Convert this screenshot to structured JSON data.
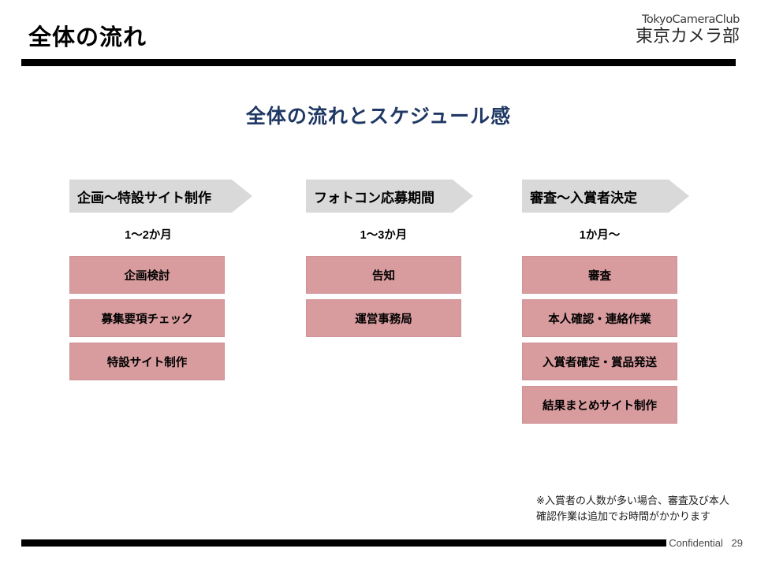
{
  "header": {
    "title": "全体の流れ",
    "logo_en": "TokyoCameraClub",
    "logo_jp": "東京カメラ部"
  },
  "subtitle": "全体の流れとスケジュール感",
  "flow": {
    "columns": [
      {
        "phase": "企画〜特設サイト制作",
        "duration": "1〜2か月",
        "tasks": [
          "企画検討",
          "募集要項チェック",
          "特設サイト制作"
        ]
      },
      {
        "phase": "フォトコン応募期間",
        "duration": "1〜3か月",
        "tasks": [
          "告知",
          "運営事務局"
        ]
      },
      {
        "phase": "審査〜入賞者決定",
        "duration": "1か月〜",
        "tasks": [
          "審査",
          "本人確認・連絡作業",
          "入賞者確定・賞品発送",
          "結果まとめサイト制作"
        ]
      }
    ]
  },
  "footnote": {
    "line1": "※入賞者の人数が多い場合、審査及び本人",
    "line2": "確認作業は追加でお時間がかかります"
  },
  "footer": {
    "confidential": "Confidential",
    "page_number": "29"
  },
  "colors": {
    "accent_navy": "#1f3864",
    "chevron_gray": "#d9d9d9",
    "task_pink": "#d89b9e",
    "rule_black": "#000000"
  }
}
